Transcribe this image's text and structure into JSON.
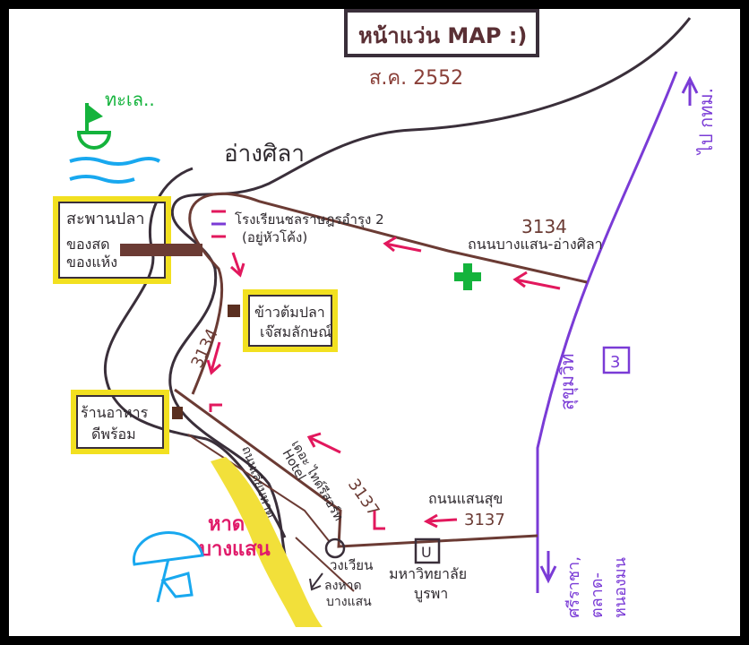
{
  "title": "หน้าแว่น MAP :)",
  "date": "ส.ค. 2552",
  "colors": {
    "road_dark": "#3a2f3a",
    "road_brown": "#6b3b34",
    "road_purple": "#7a3bd6",
    "arrow_pink": "#e2185d",
    "highlight_yellow": "#f2e020",
    "green": "#14b33c",
    "blue": "#18a8ef",
    "sand_yellow": "#f2e03a",
    "beach_magenta": "#e01b6a"
  },
  "labels": {
    "sea": "ทะเล..",
    "ang_sila": "อ่างศิลา",
    "pier": "สะพานปลา",
    "fresh_goods": "ของสด",
    "dry_goods": "ของแห้ง",
    "school": "โรงเรียนชลราษฎรอำรุง 2",
    "school_note": "(อยู่หัวโค้ง)",
    "road_3134_top": "3134",
    "road_bang_saen_ang_sila": "ถนนบางแสน-อ่างศิลา",
    "rice_soup": "ข้าวต้มปลา",
    "rice_soup_name": "เจ๊สมลักษณ์",
    "road_3134_left": "3134",
    "sukhumvit": "สุขุมวิท",
    "sukhumvit_no": "3",
    "to_bangkok": "ไป กทม.",
    "restaurant": "ร้านอาหาร",
    "restaurant_name": "ดีพร้อม",
    "hotel": "Hotel",
    "hotel_name": "เดอะ ไทด์รีสอร์ท",
    "beach_road": "ถนนเลียบหาด",
    "road_3137_mid": "3137",
    "road_saen_suk": "ถนนแสนสุข",
    "road_3137_right": "3137",
    "beach_title": "หาด",
    "beach_name": "บางแสน",
    "roundabout": "วงเวียน",
    "uni_logo": "U",
    "university": "มหาวิทยาลัย",
    "university_name": "บูรพา",
    "to_beach_1": "ลงหาด",
    "to_beach_2": "บางแสน",
    "to_sriracha": "ศรีราชา,",
    "to_market": "ตลาด-",
    "to_nong_mon": "หนองมน"
  }
}
